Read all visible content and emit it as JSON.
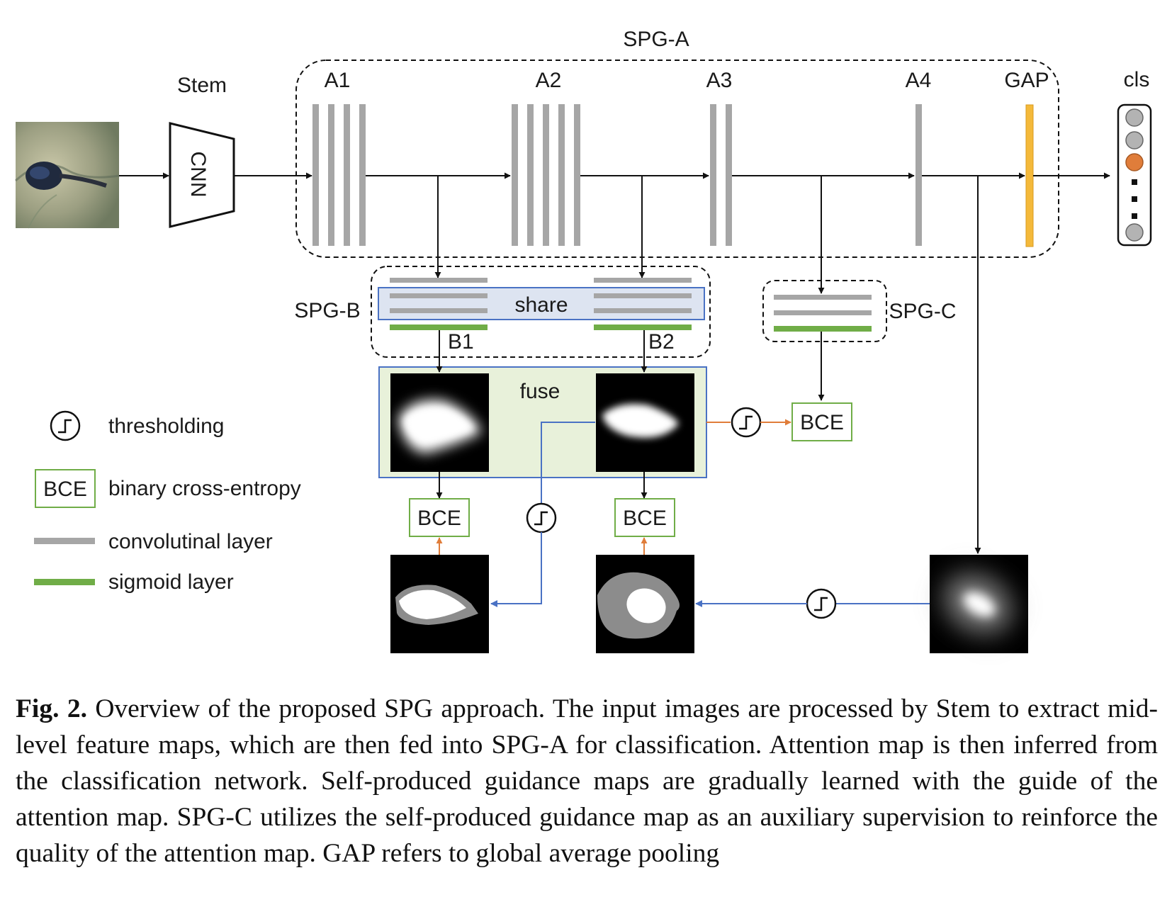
{
  "diagram": {
    "labels": {
      "spg_a": "SPG-A",
      "stem": "Stem",
      "cnn": "CNN",
      "a1": "A1",
      "a2": "A2",
      "a3": "A3",
      "a4": "A4",
      "gap": "GAP",
      "cls": "cls",
      "spg_b": "SPG-B",
      "share": "share",
      "spg_c": "SPG-C",
      "b1": "B1",
      "b2": "B2",
      "fuse": "fuse",
      "bce": "BCE"
    },
    "legend": {
      "thresholding": "thresholding",
      "bce_box": "BCE",
      "binary_cross_entropy": "binary cross-entropy",
      "conv_layer": "convolutinal layer",
      "sigmoid_layer": "sigmoid layer"
    },
    "colors": {
      "conv": "#a6a6a6",
      "sigmoid": "#70ad47",
      "gap_bar": "#f4b93a",
      "share_fill": "#dde4f1",
      "share_border": "#4a72c4",
      "fuse_fill": "#e8f1da",
      "fuse_border": "#4a72c4",
      "guide_arrow": "#4a72c4",
      "loss_arrow": "#e07d3a",
      "bce_border": "#70ad47",
      "cls_active": "#e07d3a",
      "cls_idle": "#b3b3b3"
    }
  },
  "caption": {
    "label": "Fig. 2.",
    "text": "Overview of the proposed SPG approach. The input images are processed by Stem to extract mid-level feature maps, which are then fed into SPG-A for classification. Attention map is then inferred from the classification network. Self-produced guidance maps are gradually learned with the guide of the attention map. SPG-C utilizes the self-produced guidance map as an auxiliary supervision to reinforce the quality of the attention map. GAP refers to global average pooling"
  }
}
